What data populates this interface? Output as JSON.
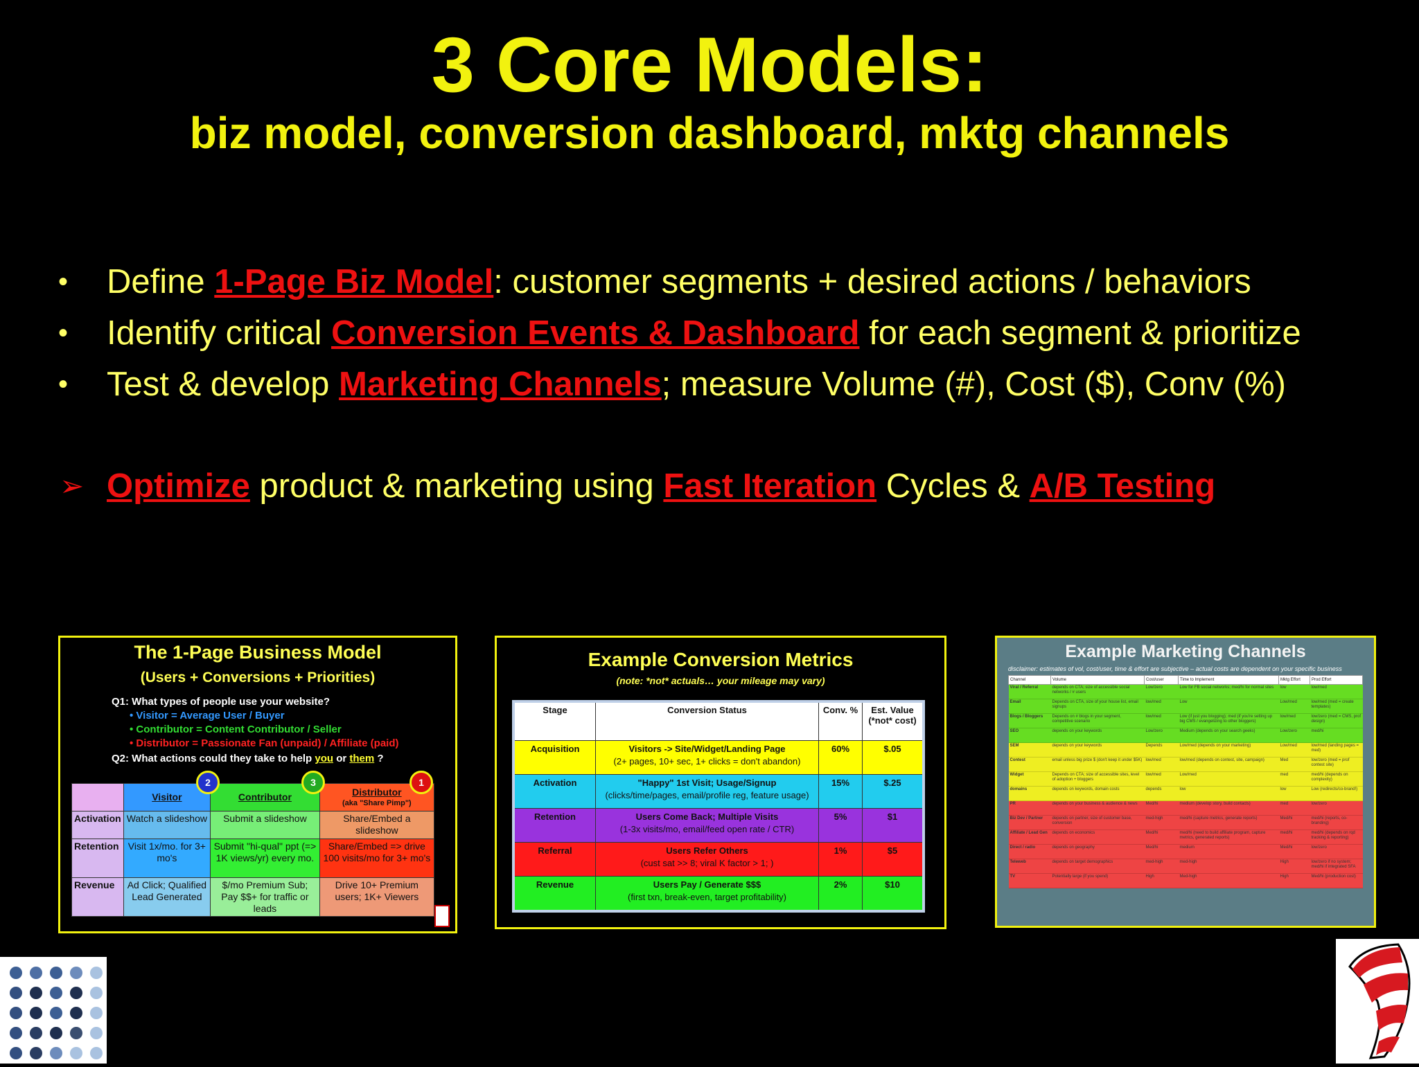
{
  "title": "3 Core Models:",
  "subtitle": "biz model, conversion dashboard, mktg channels",
  "bullets": [
    {
      "pre": "Define ",
      "hl": "1-Page Biz Model",
      "post": ": customer segments + desired actions / behaviors"
    },
    {
      "pre": "Identify critical ",
      "hl": "Conversion Events & Dashboard",
      "post": " for each segment & prioritize"
    },
    {
      "pre": "Test & develop ",
      "hl": "Marketing Channels",
      "post": "; measure Volume (#), Cost ($), Conv (%)"
    }
  ],
  "optimize": {
    "hl1": "Optimize",
    "t1": " product & marketing using ",
    "hl2": "Fast Iteration",
    "t2": " Cycles & ",
    "hl3": "A/B Testing"
  },
  "panel1": {
    "title": "The 1-Page Business Model",
    "subtitle": "(Users + Conversions + Priorities)",
    "q1": "Q1: What types of people use your website?",
    "items": [
      {
        "name": "Visitor",
        "desc": " = Average User / Buyer",
        "color": "#3399ff"
      },
      {
        "name": "Contributor",
        "desc": " = Content Contributor / Seller",
        "color": "#33dd33"
      },
      {
        "name": "Distributor",
        "desc": " = Passionate Fan (unpaid) / Affiliate (paid)",
        "color": "#ff2222"
      }
    ],
    "q2_pre": "Q2: What actions could they take to help ",
    "q2_you": "you",
    "q2_or": " or ",
    "q2_them": "them",
    "q2_end": " ?",
    "columns": [
      "Visitor",
      "Contributor",
      "Distributor"
    ],
    "distributor_aka": "(aka \"Share Pimp\")",
    "badges": [
      "2",
      "3",
      "1"
    ],
    "rows": [
      {
        "label": "Activation",
        "cells": [
          "Watch a slideshow",
          "Submit a slideshow",
          "Share/Embed a slideshow"
        ]
      },
      {
        "label": "Retention",
        "cells": [
          "Visit 1x/mo. for 3+ mo's",
          "Submit \"hi-qual\" ppt (=> 1K views/yr) every mo.",
          "Share/Embed => drive 100 visits/mo for 3+ mo's"
        ]
      },
      {
        "label": "Revenue",
        "cells": [
          "Ad Click; Qualified Lead Generated",
          "$/mo Premium Sub; Pay $$+ for traffic or leads",
          "Drive 10+ Premium users; 1K+ Viewers"
        ]
      }
    ]
  },
  "panel2": {
    "title": "Example Conversion Metrics",
    "subtitle": "(note: *not* actuals… your mileage may vary)",
    "headers": [
      "Stage",
      "Conversion Status",
      "Conv. %",
      "Est. Value (*not* cost)"
    ],
    "rows": [
      {
        "stage": "Acquisition",
        "status": "Visitors -> Site/Widget/Landing Page",
        "detail": "(2+ pages, 10+ sec, 1+ clicks = don't abandon)",
        "conv": "60%",
        "value": "$.05",
        "color": "#ffff00"
      },
      {
        "stage": "Activation",
        "status": "\"Happy\" 1st Visit; Usage/Signup",
        "detail": "(clicks/time/pages, email/profile reg, feature usage)",
        "conv": "15%",
        "value": "$.25",
        "color": "#22ccee"
      },
      {
        "stage": "Retention",
        "status": "Users Come Back; Multiple Visits",
        "detail": "(1-3x visits/mo, email/feed open rate / CTR)",
        "conv": "5%",
        "value": "$1",
        "color": "#9933dd"
      },
      {
        "stage": "Referral",
        "status": "Users Refer Others",
        "detail": "(cust sat >> 8; viral K factor > 1; )",
        "conv": "1%",
        "value": "$5",
        "color": "#ff1a1a"
      },
      {
        "stage": "Revenue",
        "status": "Users Pay / Generate $$$",
        "detail": "(first txn, break-even, target profitability)",
        "conv": "2%",
        "value": "$10",
        "color": "#22ee22"
      }
    ]
  },
  "panel3": {
    "title": "Example Marketing Channels",
    "subtitle": "disclaimer: estimates of vol, cost/user, time & effort are subjective – actual costs are dependent on your specific business",
    "headers": [
      "Channel",
      "Volume",
      "Cost/user",
      "Time to Implement",
      "Mktg Effort",
      "Prod Effort"
    ],
    "rows": [
      {
        "c": "Viral / Referral",
        "v": "depends on CTA; size of accessible social networks / # users",
        "cu": "Low/zero",
        "t": "Low for FB social networks; med/hi for normal sites",
        "m": "low",
        "p": "low/med",
        "color": "#66dd22"
      },
      {
        "c": "Email",
        "v": "Depends on CTA, size of your house list, email signups",
        "cu": "low/med",
        "t": "Low",
        "m": "Low/med",
        "p": "low/med (med = create templates)",
        "color": "#66dd22"
      },
      {
        "c": "Blogs / Bloggers",
        "v": "Depends on # blogs in your segment, competitive scenario",
        "cu": "low/med",
        "t": "Low (if just you blogging); med (if you're setting up big CMS / evangelizing to other bloggers)",
        "m": "low/med",
        "p": "low/zero (med = CMS, prof design)",
        "color": "#66dd22"
      },
      {
        "c": "SEO",
        "v": "depends on your keywords",
        "cu": "Low/zero",
        "t": "Medium (depends on your search geeks)",
        "m": "Low/zero",
        "p": "med/hi",
        "color": "#66dd22"
      },
      {
        "c": "SEM",
        "v": "depends on your keywords",
        "cu": "Depends",
        "t": "Low/med (depends on your marketing)",
        "m": "Low/med",
        "p": "low/med (landing pages = med)",
        "color": "#eeee22"
      },
      {
        "c": "Contest",
        "v": "email unless big prize $ (don't keep it under $5K)",
        "cu": "low/med",
        "t": "low/med (depends on contest, site, campaign)",
        "m": "Med",
        "p": "low/zero (med = prof contest site)",
        "color": "#eeee22"
      },
      {
        "c": "Widget",
        "v": "Depends on CTA; size of accessible sites, level of adoption + bloggers",
        "cu": "low/med",
        "t": "Low/med",
        "m": "med",
        "p": "med/hi (depends on complexity)",
        "color": "#eeee22"
      },
      {
        "c": "domains",
        "v": "depends on keywords, domain costs",
        "cu": "depends",
        "t": "low",
        "m": "low",
        "p": "Low (redirects/co-brand!)",
        "color": "#eeee22"
      },
      {
        "c": "PR",
        "v": "depends on your business & audience & news",
        "cu": "Med/hi",
        "t": "medium (develop story, build contacts)",
        "m": "med",
        "p": "low/zero",
        "color": "#ee4444"
      },
      {
        "c": "Biz Dev / Partner",
        "v": "depends on partner, size of customer base, conversion",
        "cu": "med-high",
        "t": "med/hi (capture metrics, generate reports)",
        "m": "Med/hi",
        "p": "med/hi (reports, co-branding)",
        "color": "#ee4444"
      },
      {
        "c": "Affiliate / Lead Gen",
        "v": "depends on economics",
        "cu": "Med/hi",
        "t": "med/hi (need to build affiliate program, capture metrics, generated reports)",
        "m": "med/hi",
        "p": "med/hi (depends on rqd tracking & reporting)",
        "color": "#ee4444"
      },
      {
        "c": "Direct / radio",
        "v": "depends on geography",
        "cu": "Med/hi",
        "t": "medium",
        "m": "Med/hi",
        "p": "low/zero",
        "color": "#ee4444"
      },
      {
        "c": "Teleweb",
        "v": "depends on target demographics",
        "cu": "med-high",
        "t": "med-high",
        "m": "High",
        "p": "low/zero if no system; med/hi if integrated SFA",
        "color": "#ee4444"
      },
      {
        "c": "TV",
        "v": "Potentially large (if you spend)",
        "cu": "High",
        "t": "Med-high",
        "m": "High",
        "p": "Med/hi (production cost)",
        "color": "#ee4444"
      }
    ]
  }
}
